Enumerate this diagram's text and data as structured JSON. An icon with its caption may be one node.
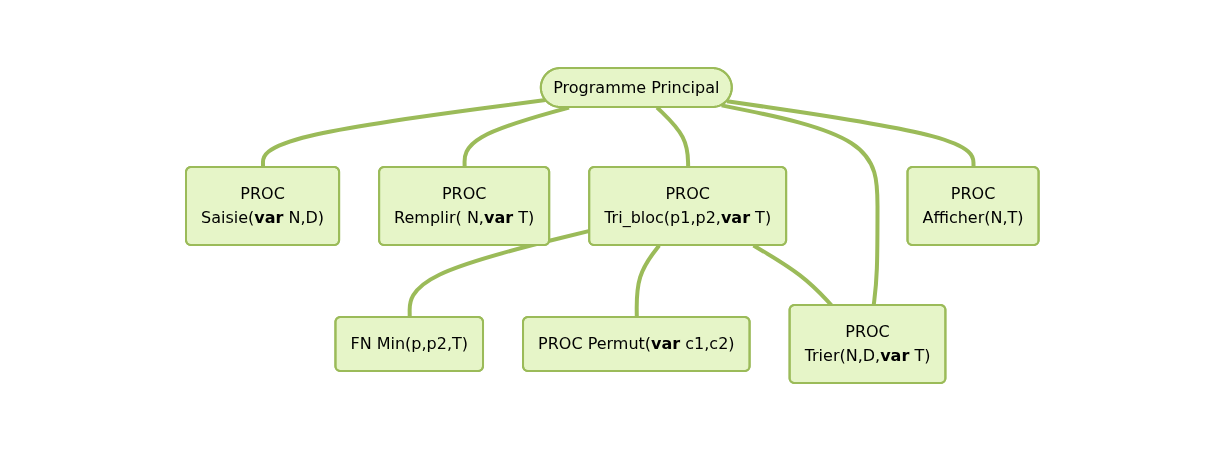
{
  "diagram": {
    "nodes": [
      {
        "text": [
          "Programme Principal"
        ]
      },
      {
        "text": [
          "PROC",
          "Saisie(**var** N,D)"
        ]
      },
      {
        "text": [
          "PROC",
          "Remplir( N,**var** T)"
        ]
      },
      {
        "text": [
          "PROC",
          "Tri_bloc(p1,p2,**var** T)"
        ]
      },
      {
        "text": [
          "PROC",
          "Trier(N,D,**var** T)"
        ]
      },
      {
        "text": [
          "PROC",
          "Afficher(N,T)"
        ]
      },
      {
        "text": [
          "FN Min(p,p2,T)"
        ]
      },
      {
        "text": [
          "PROC  Permut(**var** c1,c2)"
        ]
      }
    ],
    "edges": [
      {
        "from": 0,
        "to": 1,
        "arrow": "none"
      },
      {
        "from": 0,
        "to": 2,
        "arrow": "none"
      },
      {
        "from": 0,
        "to": 3,
        "arrow": "none"
      },
      {
        "from": 0,
        "to": 4,
        "arrow": "none"
      },
      {
        "from": 0,
        "to": 5,
        "arrow": "none"
      },
      {
        "from": 3,
        "to": 6,
        "arrow": "none"
      },
      {
        "from": 3,
        "to": 7,
        "arrow": "none"
      },
      {
        "from": 3,
        "to": 4,
        "arrow": "none"
      }
    ]
  }
}
